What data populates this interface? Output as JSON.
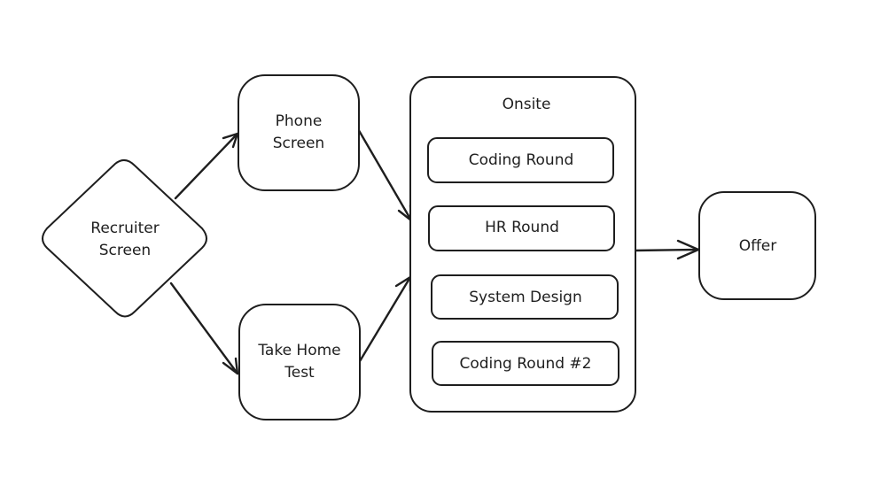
{
  "diagram": {
    "type": "flowchart",
    "style": "hand-drawn",
    "colors": {
      "stroke": "#1e1e1e",
      "fill": "#ffffff",
      "background": "#ffffff"
    },
    "nodes": {
      "recruiter_screen": {
        "shape": "diamond",
        "lines": [
          "Recruiter",
          "Screen"
        ]
      },
      "phone_screen": {
        "shape": "rounded-rectangle",
        "lines": [
          "Phone",
          "Screen"
        ]
      },
      "take_home_test": {
        "shape": "rounded-rectangle",
        "lines": [
          "Take Home",
          "Test"
        ]
      },
      "onsite": {
        "shape": "group",
        "title": "Onsite",
        "children": [
          {
            "id": "coding_round",
            "label": "Coding Round"
          },
          {
            "id": "hr_round",
            "label": "HR Round"
          },
          {
            "id": "system_design",
            "label": "System Design"
          },
          {
            "id": "coding_round_2",
            "label": "Coding Round #2"
          }
        ]
      },
      "offer": {
        "shape": "rounded-rectangle",
        "lines": [
          "Offer"
        ]
      }
    },
    "edges": [
      {
        "from": "recruiter_screen",
        "to": "phone_screen"
      },
      {
        "from": "recruiter_screen",
        "to": "take_home_test"
      },
      {
        "from": "phone_screen",
        "to": "onsite"
      },
      {
        "from": "take_home_test",
        "to": "onsite"
      },
      {
        "from": "onsite",
        "to": "offer"
      }
    ]
  }
}
